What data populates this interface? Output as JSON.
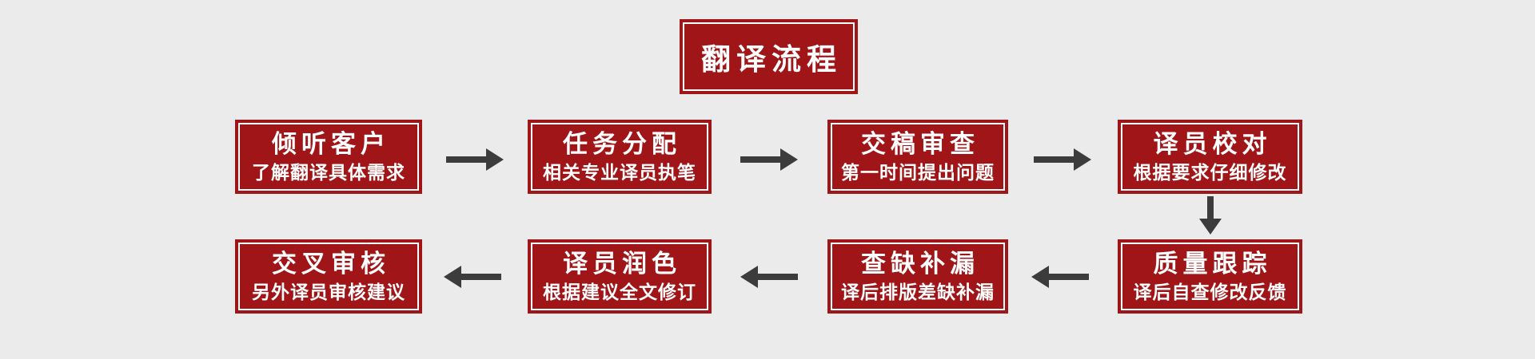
{
  "title": {
    "label": "翻译流程"
  },
  "colors": {
    "box_red": "#A01517",
    "inner_keyline": "#FFFFFF",
    "arrow_gray": "#3C3C3C",
    "background": "#EBEBEB",
    "text": "#FFFFFF"
  },
  "nodes": [
    {
      "title": "倾听客户",
      "subtitle": "了解翻译具体需求"
    },
    {
      "title": "任务分配",
      "subtitle": "相关专业译员执笔"
    },
    {
      "title": "交稿审查",
      "subtitle": "第一时间提出问题"
    },
    {
      "title": "译员校对",
      "subtitle": "根据要求仔细修改"
    },
    {
      "title": "质量跟踪",
      "subtitle": "译后自查修改反馈"
    },
    {
      "title": "查缺补漏",
      "subtitle": "译后排版差缺补漏"
    },
    {
      "title": "译员润色",
      "subtitle": "根据建议全文修订"
    },
    {
      "title": "交叉审核",
      "subtitle": "另外译员审核建议"
    }
  ]
}
